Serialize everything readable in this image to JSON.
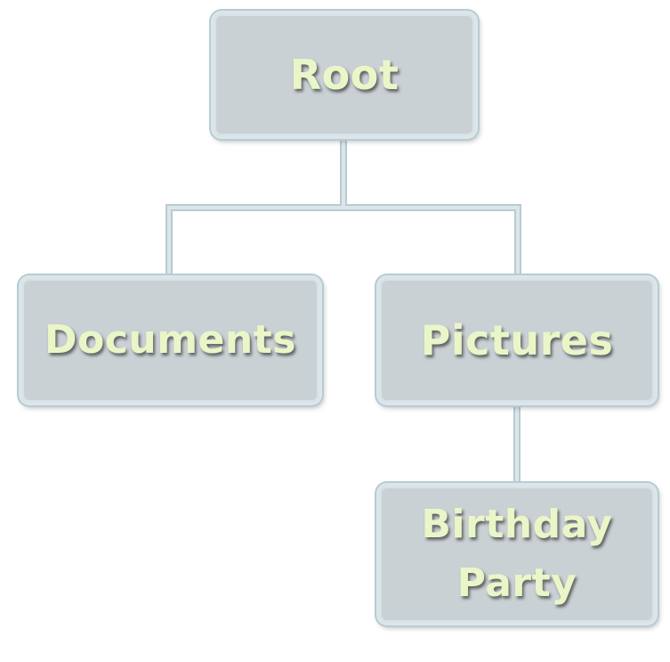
{
  "diagram": {
    "nodes": {
      "root": {
        "label": "Root"
      },
      "documents": {
        "label": "Documents"
      },
      "pictures": {
        "label": "Pictures"
      },
      "birthday_party": {
        "label": "Birthday\nParty"
      }
    },
    "edges": [
      {
        "from": "root",
        "to": "documents"
      },
      {
        "from": "root",
        "to": "pictures"
      },
      {
        "from": "pictures",
        "to": "birthday_party"
      }
    ],
    "colors": {
      "node_fill": "#c9d1d5",
      "node_border": "#dbe6ea",
      "label_text": "#eaf6c8",
      "connector": "#dbe6ea"
    }
  }
}
